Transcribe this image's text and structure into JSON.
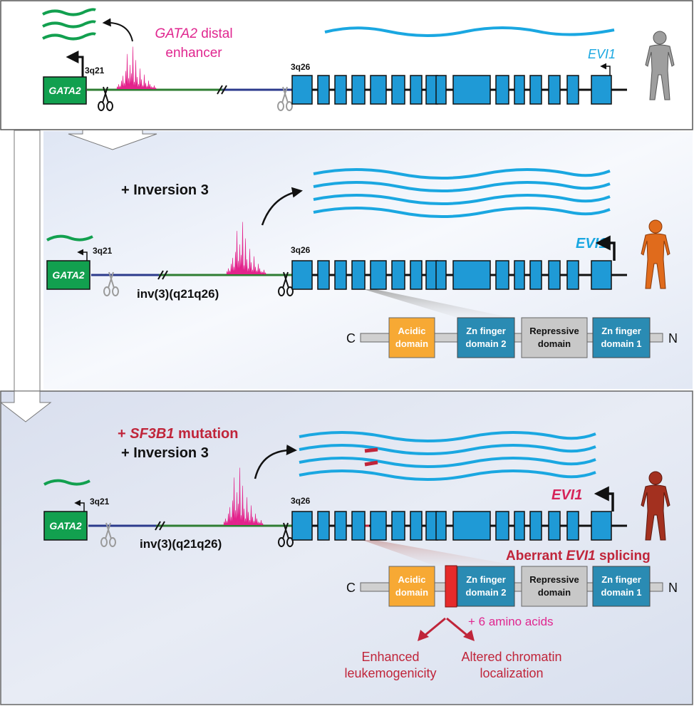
{
  "colors": {
    "gata2_green": "#12a04f",
    "line_green": "#2e7d32",
    "inv_blue": "#2b3a8c",
    "exon_blue": "#1f9ad6",
    "mrna_blue": "#1aa7e1",
    "peak_pink": "#e3218b",
    "text_pink": "#e0268f",
    "dark_red": "#c0253a",
    "acidic_orange": "#f7a934",
    "zn_teal": "#2a8bb3",
    "repressive_gray": "#c8c8c8",
    "panel2_bg": "#eef2fa",
    "panel3_bg": "#e3e8f3"
  },
  "icons": [
    "scissors-icon",
    "person-icon",
    "arrow-icon",
    "mrna-wave-icon"
  ],
  "panel1": {
    "enhancer_gene": "GATA2",
    "enhancer_suffix": " distal",
    "enhancer_word": "enhancer",
    "locus_left": "3q21",
    "locus_right": "3q26",
    "gata2_box": "GATA2",
    "evi1_label": "EVI1"
  },
  "panel2": {
    "title": "+ Inversion 3",
    "locus_left": "3q21",
    "locus_right": "3q26",
    "gata2_box": "GATA2",
    "evi1_label": "EVI1",
    "inv_label": "inv(3)(q21q26)",
    "protein": {
      "c_term": "C",
      "n_term": "N",
      "acidic": [
        "Acidic",
        "domain"
      ],
      "zn2": [
        "Zn finger",
        "domain 2"
      ],
      "repressive": [
        "Repressive",
        "domain"
      ],
      "zn1": [
        "Zn finger",
        "domain 1"
      ]
    }
  },
  "panel3": {
    "sf3b1_prefix": "+ ",
    "sf3b1_gene": "SF3B1",
    "sf3b1_suffix": " mutation",
    "title": "+ Inversion 3",
    "locus_left": "3q21",
    "locus_right": "3q26",
    "gata2_box": "GATA2",
    "evi1_label": "EVI1",
    "inv_label": "inv(3)(q21q26)",
    "aberrant_prefix": "Aberrant ",
    "aberrant_gene": "EVI1",
    "aberrant_suffix": " splicing",
    "protein": {
      "c_term": "C",
      "n_term": "N",
      "acidic": [
        "Acidic",
        "domain"
      ],
      "zn2": [
        "Zn finger",
        "domain 2"
      ],
      "repressive": [
        "Repressive",
        "domain"
      ],
      "zn1": [
        "Zn finger",
        "domain 1"
      ]
    },
    "amino_acids": "+ 6 amino acids",
    "outcome_left": [
      "Enhanced",
      "leukemogenicity"
    ],
    "outcome_right": [
      "Altered chromatin",
      "localization"
    ]
  }
}
